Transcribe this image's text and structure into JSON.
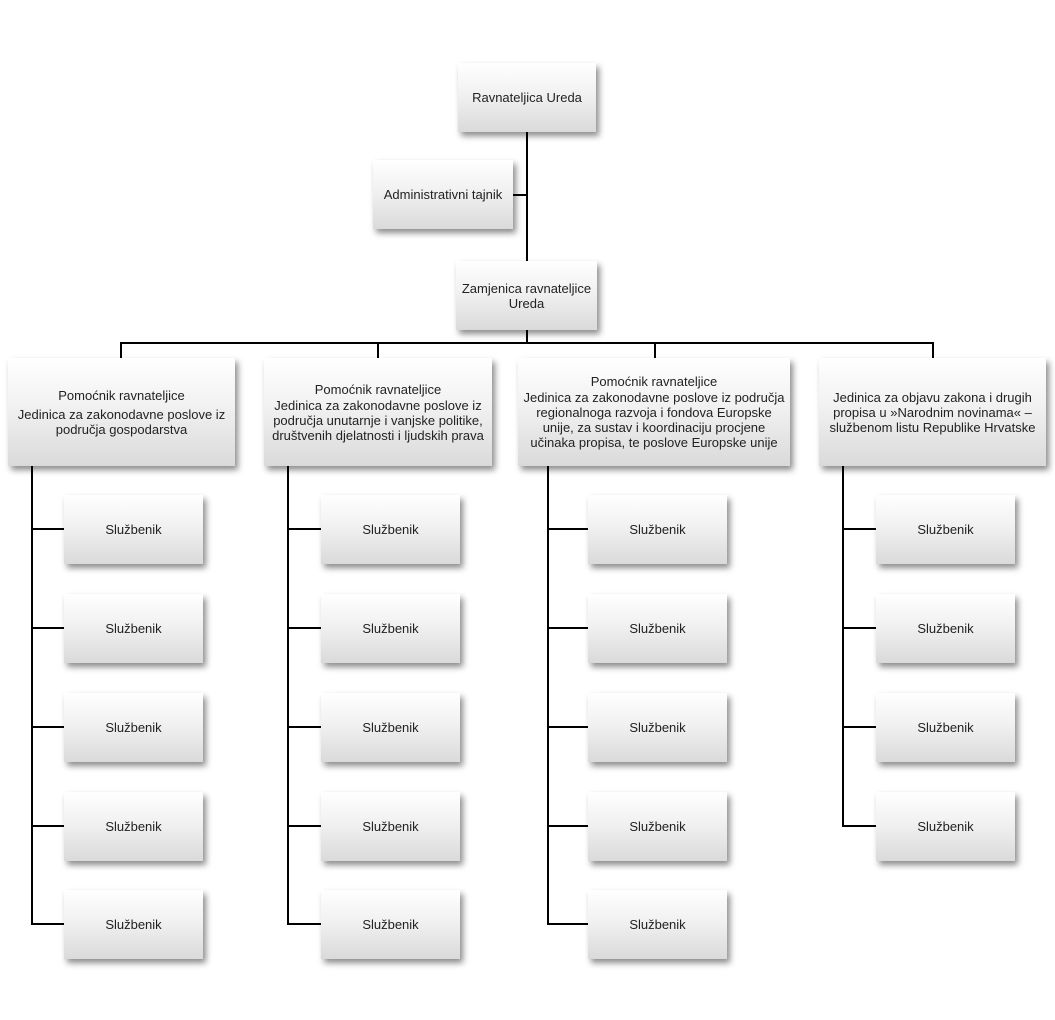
{
  "chart": {
    "director": "Ravnateljica Ureda",
    "secretary": "Administrativni tajnik",
    "deputy": "Zamjenica ravnateljice Ureda",
    "units": [
      {
        "title": "Pomoćnik ravnateljice",
        "name": "Jedinica za zakonodavne poslove iz područja gospodarstva",
        "staff": [
          "Službenik",
          "Službenik",
          "Službenik",
          "Službenik",
          "Službenik"
        ]
      },
      {
        "title": "Pomoćnik ravnateljice",
        "name": "Jedinica za zakonodavne poslove iz područja unutarnje i vanjske politike, društvenih djelatnosti i ljudskih prava",
        "staff": [
          "Službenik",
          "Službenik",
          "Službenik",
          "Službenik",
          "Službenik"
        ]
      },
      {
        "title": "Pomoćnik ravnateljice",
        "name": "Jedinica za zakonodavne poslove iz područja regionalnoga razvoja i fondova Europske unije, za sustav i koordinaciju procjene učinaka propisa, te poslove Europske unije",
        "staff": [
          "Službenik",
          "Službenik",
          "Službenik",
          "Službenik",
          "Službenik"
        ]
      },
      {
        "title": "",
        "name": "Jedinica za objavu zakona i drugih propisa u »Narodnim novinama« – službenom listu Republike Hrvatske",
        "staff": [
          "Službenik",
          "Službenik",
          "Službenik",
          "Službenik"
        ]
      }
    ]
  }
}
